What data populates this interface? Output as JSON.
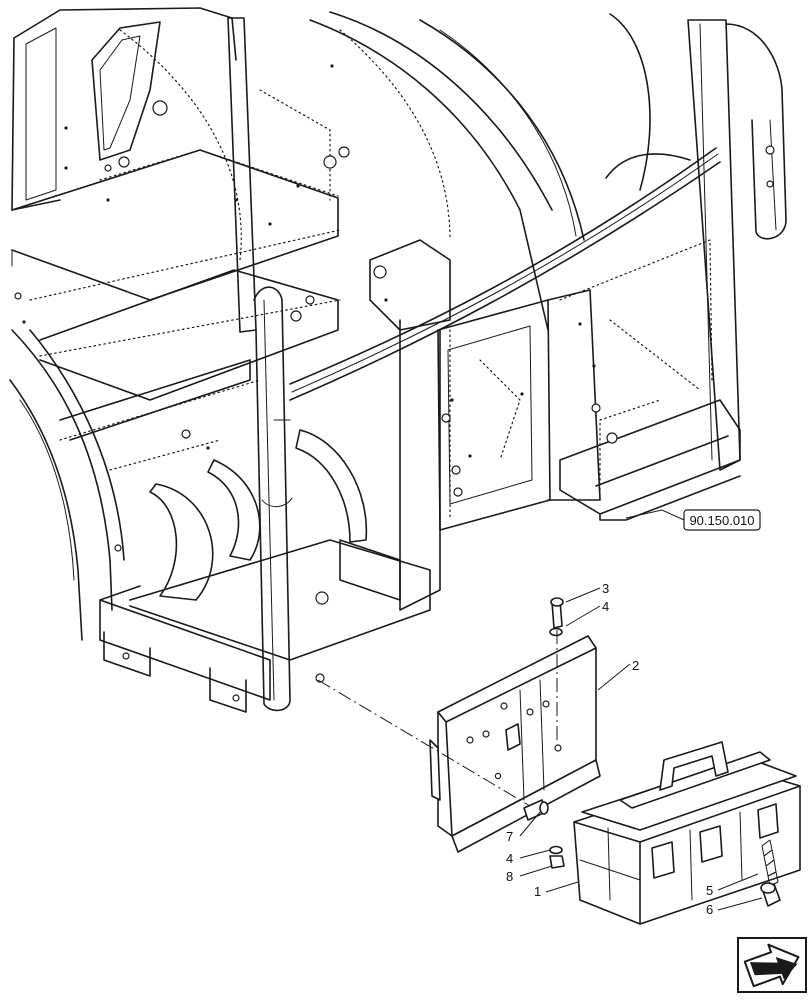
{
  "diagram": {
    "callouts": [
      {
        "id": "c1",
        "label": "1"
      },
      {
        "id": "c2",
        "label": "2"
      },
      {
        "id": "c3",
        "label": "3"
      },
      {
        "id": "c4a",
        "label": "4"
      },
      {
        "id": "c4b",
        "label": "4"
      },
      {
        "id": "c5",
        "label": "5"
      },
      {
        "id": "c6",
        "label": "6"
      },
      {
        "id": "c7",
        "label": "7"
      },
      {
        "id": "c8",
        "label": "8"
      }
    ],
    "reference_box": {
      "label": "90.150.010"
    },
    "nav_icon": "next-page-arrow-icon"
  }
}
